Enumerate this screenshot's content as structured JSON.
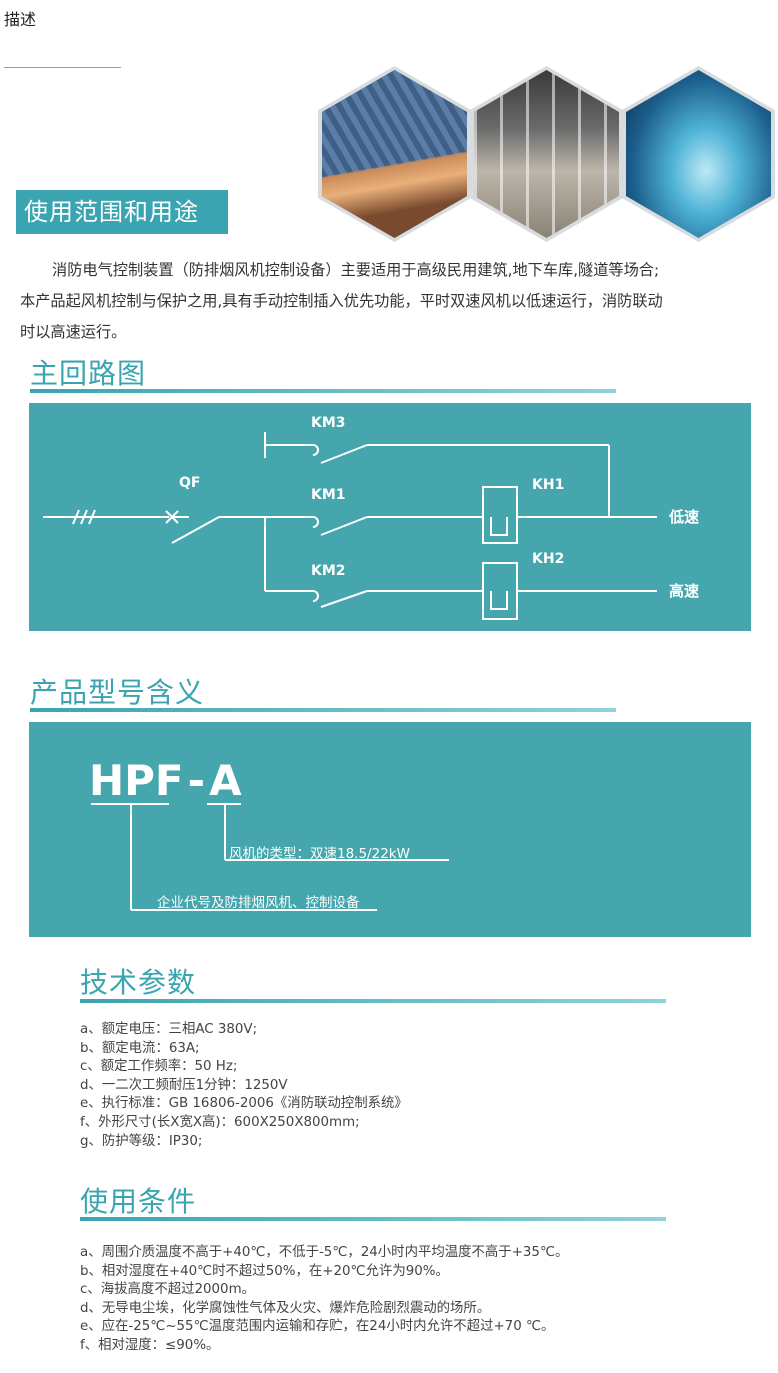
{
  "tab": {
    "label": "描述"
  },
  "images": [
    {
      "name": "building-photo"
    },
    {
      "name": "parking-garage-photo"
    },
    {
      "name": "tunnel-photo"
    }
  ],
  "scope": {
    "title": "使用范围和用途",
    "lines": [
      "消防电气控制装置（防排烟风机控制设备）主要适用于高级民用建筑,地下车库,隧道等场合;",
      "本产品起风机控制与保护之用,具有手动控制插入优先功能，平时双速风机以低速运行，消防联动",
      "时以高速运行。"
    ]
  },
  "circuit": {
    "title": "主回路图",
    "labels": {
      "km3": "KM3",
      "km1": "KM1",
      "km2": "KM2",
      "qf": "QF",
      "kh1": "KH1",
      "kh2": "KH2",
      "low": "低速",
      "high": "高速"
    }
  },
  "model": {
    "title": "产品型号含义",
    "code_prefix": "HPF",
    "code_dash": "-",
    "code_suffix": "A",
    "suffix_meaning": "风机的类型：双速18.5/22kW",
    "prefix_meaning": "企业代号及防排烟风机、控制设备"
  },
  "tech": {
    "title": "技术参数",
    "items": [
      "a、额定电压：三相AC 380V;",
      "b、额定电流：63A;",
      "c、额定工作频率：50 Hz;",
      "d、一二次工频耐压1分钟：1250V",
      "e、执行标准：GB 16806-2006《消防联动控制系统》",
      "f、外形尺寸(长X宽X高)：600X250X800mm;",
      "g、防护等级：IP30;"
    ]
  },
  "conditions": {
    "title": "使用条件",
    "items": [
      "a、周围介质温度不高于+40℃，不低于-5℃，24小时内平均温度不高于+35℃。",
      "b、相对湿度在+40℃时不超过50%，在+20℃允许为90%。",
      "c、海拔高度不超过2000m。",
      "d、无导电尘埃，化学腐蚀性气体及火灾、爆炸危险剧烈震动的场所。",
      "e、应在-25℃~55℃温度范围内运输和存贮，在24小时内允许不超过+70 ℃。",
      "f、相对湿度：≤90%。"
    ]
  }
}
